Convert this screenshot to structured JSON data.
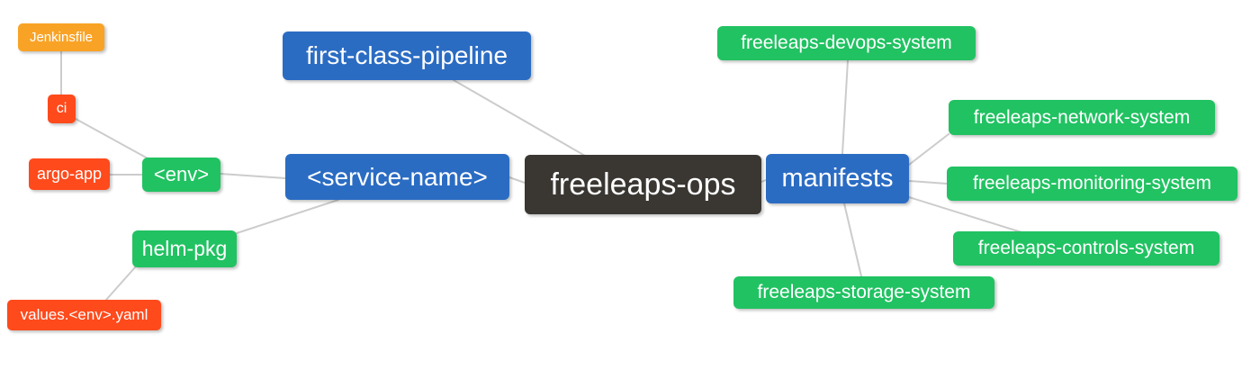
{
  "diagram": {
    "type": "mindmap",
    "root_label": "freeleaps-ops",
    "palette": {
      "blue": "#2b6cc3",
      "green": "#21c262",
      "red": "#ff4a1c",
      "orange": "#f9a326",
      "dark": "#3a3733",
      "edge": "#cccccc",
      "node_text": "#ffffff",
      "background": "#ffffff"
    },
    "nodes": {
      "jenkinsfile": {
        "label": "Jenkinsfile",
        "color": "orange"
      },
      "ci": {
        "label": "ci",
        "color": "red"
      },
      "argo_app": {
        "label": "argo-app",
        "color": "red"
      },
      "env": {
        "label": "<env>",
        "color": "green"
      },
      "helm_pkg": {
        "label": "helm-pkg",
        "color": "green"
      },
      "values_env_yaml": {
        "label": "values.<env>.yaml",
        "color": "red"
      },
      "first_class_pipeline": {
        "label": "first-class-pipeline",
        "color": "blue"
      },
      "service_name": {
        "label": "<service-name>",
        "color": "blue"
      },
      "freeleaps_ops": {
        "label": "freeleaps-ops",
        "color": "dark"
      },
      "manifests": {
        "label": "manifests",
        "color": "blue"
      },
      "devops_system": {
        "label": "freeleaps-devops-system",
        "color": "green"
      },
      "network_system": {
        "label": "freeleaps-network-system",
        "color": "green"
      },
      "monitoring_system": {
        "label": "freeleaps-monitoring-system",
        "color": "green"
      },
      "controls_system": {
        "label": "freeleaps-controls-system",
        "color": "green"
      },
      "storage_system": {
        "label": "freeleaps-storage-system",
        "color": "green"
      }
    },
    "edges": [
      {
        "from": "jenkinsfile",
        "to": "ci"
      },
      {
        "from": "ci",
        "to": "env"
      },
      {
        "from": "argo_app",
        "to": "env"
      },
      {
        "from": "env",
        "to": "service_name"
      },
      {
        "from": "helm_pkg",
        "to": "service_name"
      },
      {
        "from": "values_env_yaml",
        "to": "helm_pkg"
      },
      {
        "from": "first_class_pipeline",
        "to": "freeleaps_ops"
      },
      {
        "from": "service_name",
        "to": "freeleaps_ops"
      },
      {
        "from": "freeleaps_ops",
        "to": "manifests"
      },
      {
        "from": "manifests",
        "to": "devops_system"
      },
      {
        "from": "manifests",
        "to": "network_system"
      },
      {
        "from": "manifests",
        "to": "monitoring_system"
      },
      {
        "from": "manifests",
        "to": "controls_system"
      },
      {
        "from": "manifests",
        "to": "storage_system"
      }
    ]
  }
}
